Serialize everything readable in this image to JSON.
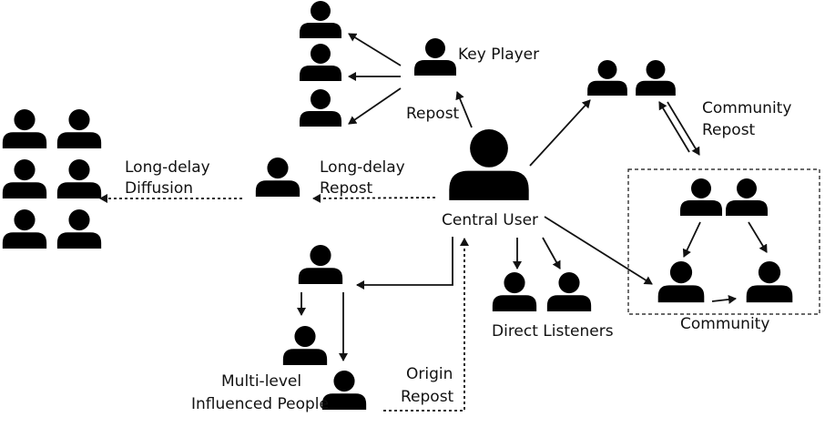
{
  "labels": {
    "key_player": "Key Player",
    "repost": "Repost",
    "community_repost_line1": "Community",
    "community_repost_line2": "Repost",
    "long_delay_diffusion_line1": "Long-delay",
    "long_delay_diffusion_line2": "Diffusion",
    "long_delay_repost_line1": "Long-delay",
    "long_delay_repost_line2": "Repost",
    "central_user": "Central User",
    "direct_listeners": "Direct Listeners",
    "community": "Community",
    "multi_level_line1": "Multi-level",
    "multi_level_line2": "Influenced People",
    "origin_repost_line1": "Origin",
    "origin_repost_line2": "Repost"
  },
  "colors": {
    "person": "#000000",
    "arrow": "#111111"
  },
  "icons": {
    "person": "person-icon",
    "arrow": "arrow-icon"
  }
}
